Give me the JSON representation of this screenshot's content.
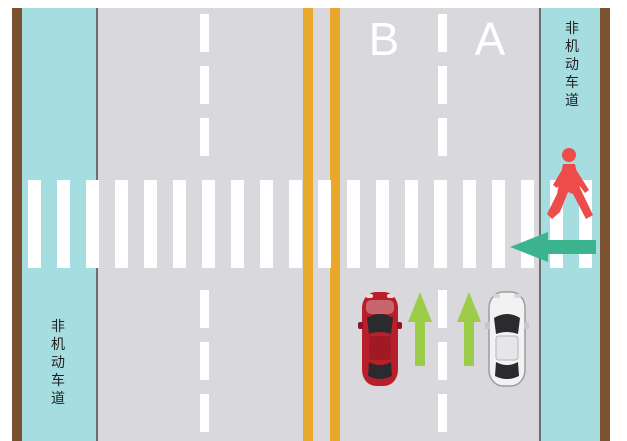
{
  "lanes": {
    "label_b": "B",
    "label_a": "A"
  },
  "bike_lane": {
    "right_chars": [
      "非",
      "机",
      "动",
      "车",
      "道"
    ],
    "left_chars": [
      "非",
      "机",
      "动",
      "车",
      "道"
    ]
  },
  "colors": {
    "road": "#d9d9dd",
    "bike_lane": "#a6dde0",
    "curb": "#7a5230",
    "center_line": "#e8a82c",
    "zebra": "#ffffff",
    "pedestrian": "#ee4b4b",
    "turn_arrow": "#3cb58e",
    "straight_arrow": "#9ccc4a",
    "red_car": "#b81f2a",
    "white_car": "#f2f2f2"
  },
  "icons": [
    "pedestrian-icon",
    "left-turn-arrow-icon",
    "straight-arrow-icon",
    "red-car-icon",
    "white-car-icon"
  ]
}
